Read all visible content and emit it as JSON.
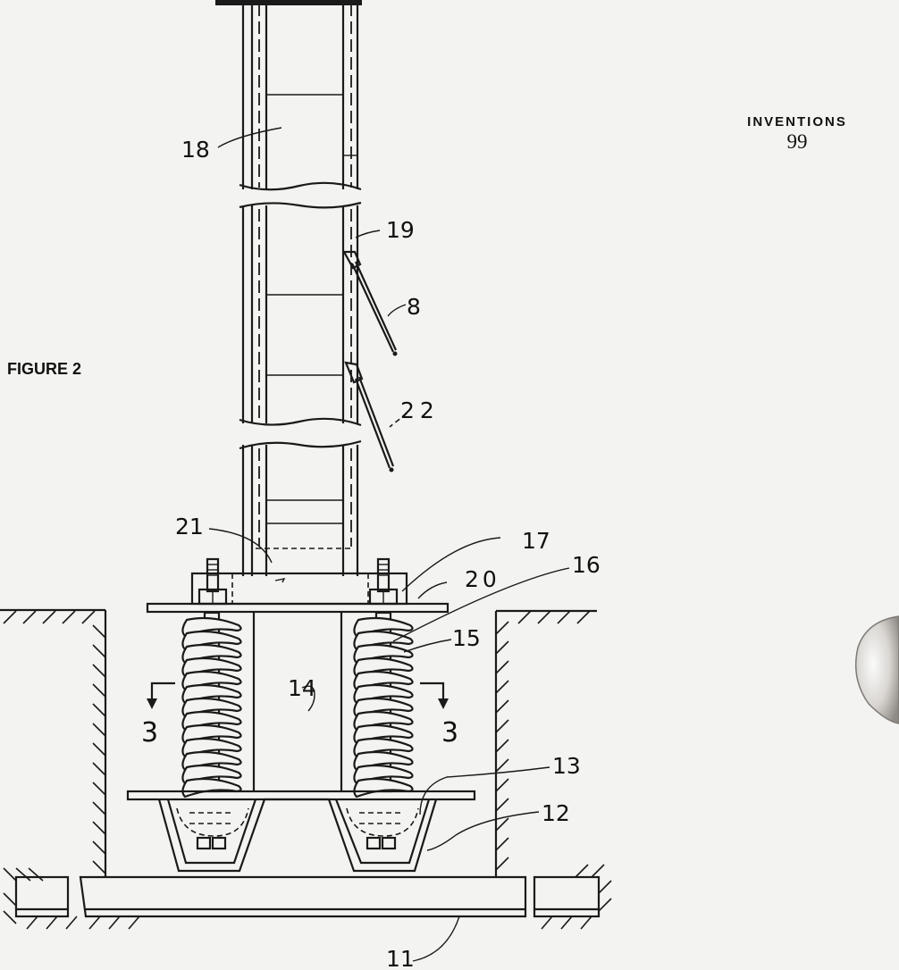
{
  "page": {
    "section_label": "INVENTIONS",
    "page_number": "99"
  },
  "figure": {
    "title": "FIGURE 2",
    "reference_numerals": {
      "tower": "18",
      "upper_bracket": "19",
      "upper_rod": "8",
      "lower_rod": "22",
      "column_base": "21",
      "nut": "17",
      "top_plate": "20",
      "bolt": "16",
      "spring": "15",
      "center_post": "14",
      "section_left": "3",
      "section_right": "3",
      "spring_seat": "13",
      "base_channel": "12",
      "foundation_slab": "11"
    }
  }
}
